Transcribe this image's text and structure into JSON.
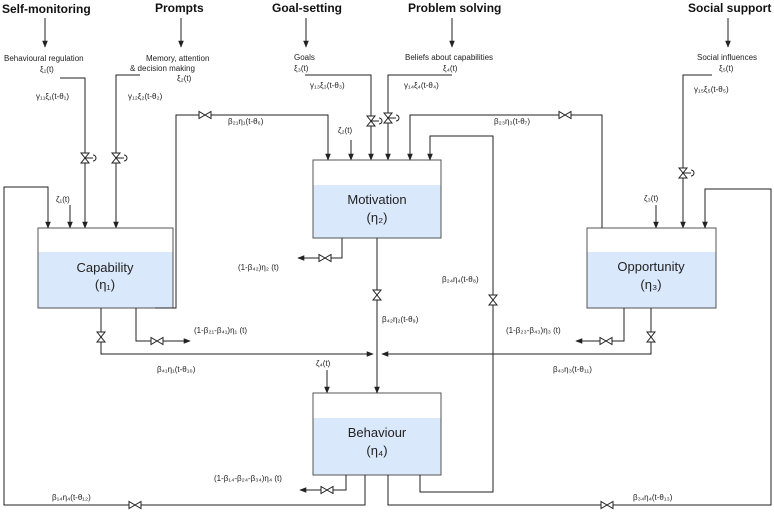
{
  "headers": {
    "self_monitoring": "Self-monitoring",
    "prompts": "Prompts",
    "goal_setting": "Goal-setting",
    "problem_solving": "Problem solving",
    "social_support": "Social support"
  },
  "inputs": {
    "behavioural_regulation_1": "Behavioural regulation",
    "behavioural_regulation_2": "ξ₁(t)",
    "memory_1": "Memory, attention",
    "memory_2": "& decision making",
    "memory_3": "ξ₂(t)",
    "goals_1": "Goals",
    "goals_2": "ξ₃(t)",
    "beliefs_1": "Beliefs about capabilities",
    "beliefs_2": "ξ₄(t)",
    "social_1": "Social influences",
    "social_2": "ξ₅(t)"
  },
  "boxes": {
    "capability_name": "Capability",
    "capability_sym": "(η₁)",
    "motivation_name": "Motivation",
    "motivation_sym": "(η₂)",
    "opportunity_name": "Opportunity",
    "opportunity_sym": "(η₃)",
    "behaviour_name": "Behaviour",
    "behaviour_sym": "(η₄)"
  },
  "labels": {
    "g11": "γ₁₁ξ₁(t-θ₁)",
    "g12": "γ₁₂ξ₂(t-θ₂)",
    "g13": "γ₁₃ξ₃(t-θ₃)",
    "g14": "γ₁₄ξ₄(t-θ₄)",
    "g15": "γ₁₅ξ₅(t-θ₅)",
    "b21": "β₂₁η₁(t-θ₆)",
    "b23": "β₂₃η₃(t-θ₇)",
    "b24": "β₂₄η₄(t-θ₈)",
    "b42": "β₄₂η₂(t-θ₉)",
    "b41": "β₄₁η₁(t-θ₁₀)",
    "b43": "β₄₃η₃(t-θ₁₁)",
    "b14": "β₁₄η₄(t-θ₁₂)",
    "b34": "β₃₄η₄(t-θ₁₃)",
    "z1": "ζ₁(t)",
    "z2": "ζ₂(t)",
    "z3": "ζ₃(t)",
    "z4": "ζ₄(t)",
    "out2": "(1-β₄₂)η₂ (t)",
    "out1": "(1-β₂₁-β₄₁)η₁ (t)",
    "out3": "(1-β₂₃-β₄₃)η₃ (t)",
    "out4": "(1-β₁₄-β₂₄-β₃₄)η₄ (t)"
  }
}
